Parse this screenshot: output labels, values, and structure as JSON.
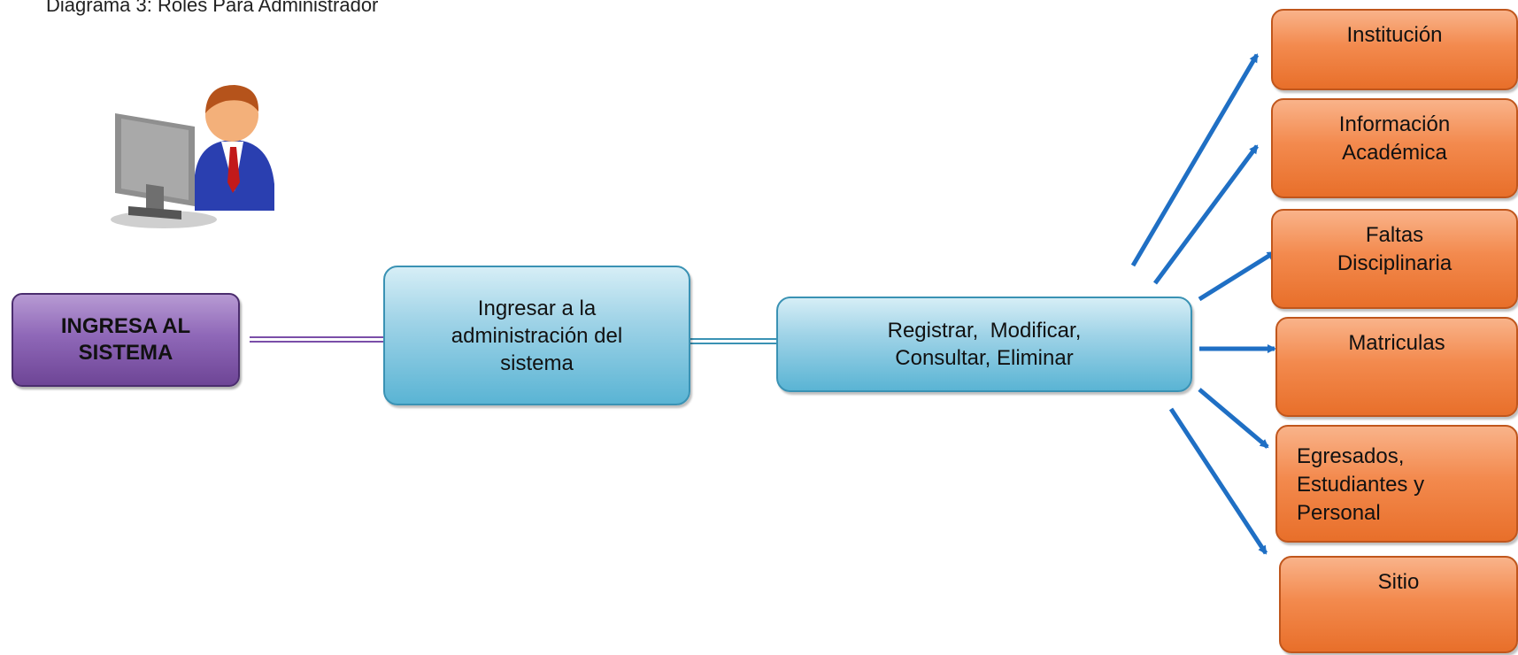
{
  "title": "Diagrama 3: Roles Para Administrador",
  "icon": "admin-user-computer-icon",
  "colors": {
    "purple": "#8f68b8",
    "blue": "#5ab4d4",
    "orange": "#f38a4e",
    "arrow": "#1f6fc4"
  },
  "start": {
    "lines": [
      "INGRESA AL",
      "SISTEMA"
    ]
  },
  "step1": {
    "lines": [
      "Ingresar a la",
      "administración del",
      "sistema"
    ]
  },
  "step2": {
    "lines": [
      "Registrar,  Modificar,",
      "Consultar, Eliminar"
    ]
  },
  "modules": [
    {
      "lines": [
        "Institución"
      ]
    },
    {
      "lines": [
        "Información",
        "Académica"
      ]
    },
    {
      "lines": [
        "Faltas",
        "Disciplinaria"
      ]
    },
    {
      "lines": [
        "Matriculas"
      ]
    },
    {
      "lines": [
        "Egresados,",
        "Estudiantes y",
        "Personal"
      ]
    },
    {
      "lines": [
        "Sitio"
      ]
    }
  ]
}
